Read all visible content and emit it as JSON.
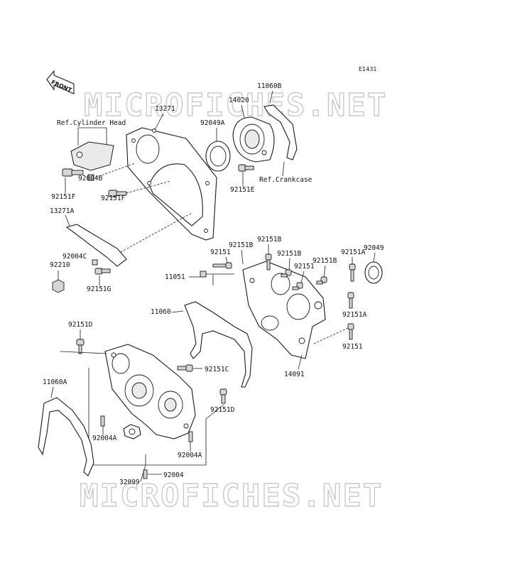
{
  "diagram_code": "E1431",
  "front_label": "FRONT",
  "watermark": "MICROFICHES.NET",
  "ref_labels": {
    "cylinder_head": "Ref.Cylinder Head",
    "crankcase": "Ref.Crankcase"
  },
  "parts": {
    "p13271": "13271",
    "p13271a": "13271A",
    "p92004b": "92004B",
    "p92151f_a": "92151F",
    "p92151f_b": "92151F",
    "p92004c": "92004C",
    "p92210": "92210",
    "p92151g": "92151G",
    "p92049a": "92049A",
    "p14020": "14020",
    "p11060b": "11060B",
    "p92151e": "92151E",
    "p92151b_a": "92151B",
    "p92151b_b": "92151B",
    "p92151b_c": "92151B",
    "p92151b_d": "92151B",
    "p92151_a": "92151",
    "p92151_b": "92151",
    "p92151_c": "92151",
    "p92151a_a": "92151A",
    "p92151a_b": "92151A",
    "p92049": "92049",
    "p11051": "11051",
    "p11060": "11060",
    "p14091": "14091",
    "p92151d_a": "92151D",
    "p92151d_b": "92151D",
    "p92151c": "92151C",
    "p11060a": "11060A",
    "p92004a_a": "92004A",
    "p92004a_b": "92004A",
    "p32099": "32099",
    "p92004": "92004"
  }
}
